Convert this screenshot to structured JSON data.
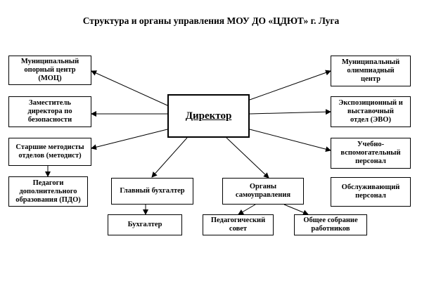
{
  "title": "Структура и органы управления МОУ ДО «ЦДЮТ» г. Луга",
  "nodes": {
    "director": "Директор",
    "moc": "Муниципальный\nопорный центр\n(МОЦ)",
    "deputy": "Заместитель\nдиректора по\nбезопасности",
    "methodists": "Старшие методисты\nотделов (методист)",
    "teachers": "Педагоги\nдополнительного\nобразования (ПДО)",
    "chief_accountant": "Главный бухгалтер",
    "accountant": "Бухгалтер",
    "self_gov": "Органы\nсамоуправления",
    "ped_council": "Педагогический\nсовет",
    "general_meeting": "Общее собрание\nработников",
    "olympiad": "Муниципальный\nолимпиадный\nцентр",
    "expo": "Экспозиционный и\nвыставочный\nотдел (ЭВО)",
    "support": "Учебно-\nвспомогательный\nперсонал",
    "service": "Обслуживающий\nперсонал"
  }
}
